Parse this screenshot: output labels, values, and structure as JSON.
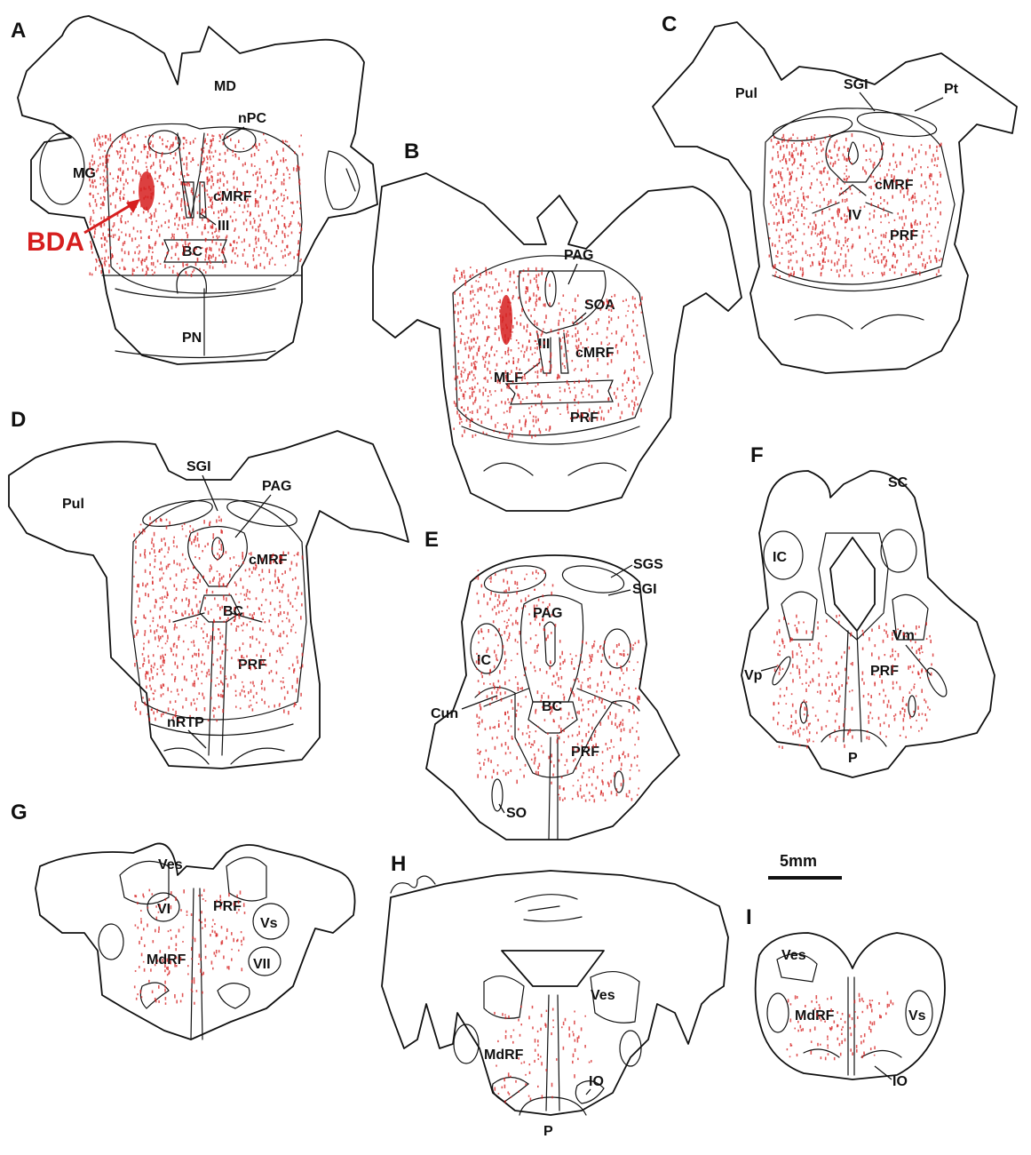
{
  "colors": {
    "label_ink": "#d61f1f",
    "outline_ink": "#111111",
    "background": "#ffffff"
  },
  "injection": {
    "label": "BDA"
  },
  "scale_bar": {
    "label": "5mm"
  },
  "panels": [
    {
      "letter": "A",
      "labels": [
        "MD",
        "nPC",
        "MG",
        "cMRF",
        "III",
        "BC",
        "PN"
      ]
    },
    {
      "letter": "B",
      "labels": [
        "PAG",
        "SOA",
        "III",
        "cMRF",
        "MLF",
        "PRF"
      ]
    },
    {
      "letter": "C",
      "labels": [
        "Pul",
        "SGI",
        "Pt",
        "cMRF",
        "IV",
        "PRF"
      ]
    },
    {
      "letter": "D",
      "labels": [
        "Pul",
        "SGI",
        "PAG",
        "cMRF",
        "BC",
        "PRF",
        "nRTP"
      ]
    },
    {
      "letter": "E",
      "labels": [
        "SGS",
        "SGI",
        "PAG",
        "IC",
        "Cun",
        "BC",
        "PRF",
        "SO"
      ]
    },
    {
      "letter": "F",
      "labels": [
        "SC",
        "IC",
        "Vm",
        "Vp",
        "PRF",
        "P"
      ]
    },
    {
      "letter": "G",
      "labels": [
        "Ves",
        "VI",
        "PRF",
        "Vs",
        "MdRF",
        "VII"
      ]
    },
    {
      "letter": "H",
      "labels": [
        "Ves",
        "MdRF",
        "IO",
        "P"
      ]
    },
    {
      "letter": "I",
      "labels": [
        "Ves",
        "MdRF",
        "Vs",
        "IO"
      ]
    }
  ]
}
